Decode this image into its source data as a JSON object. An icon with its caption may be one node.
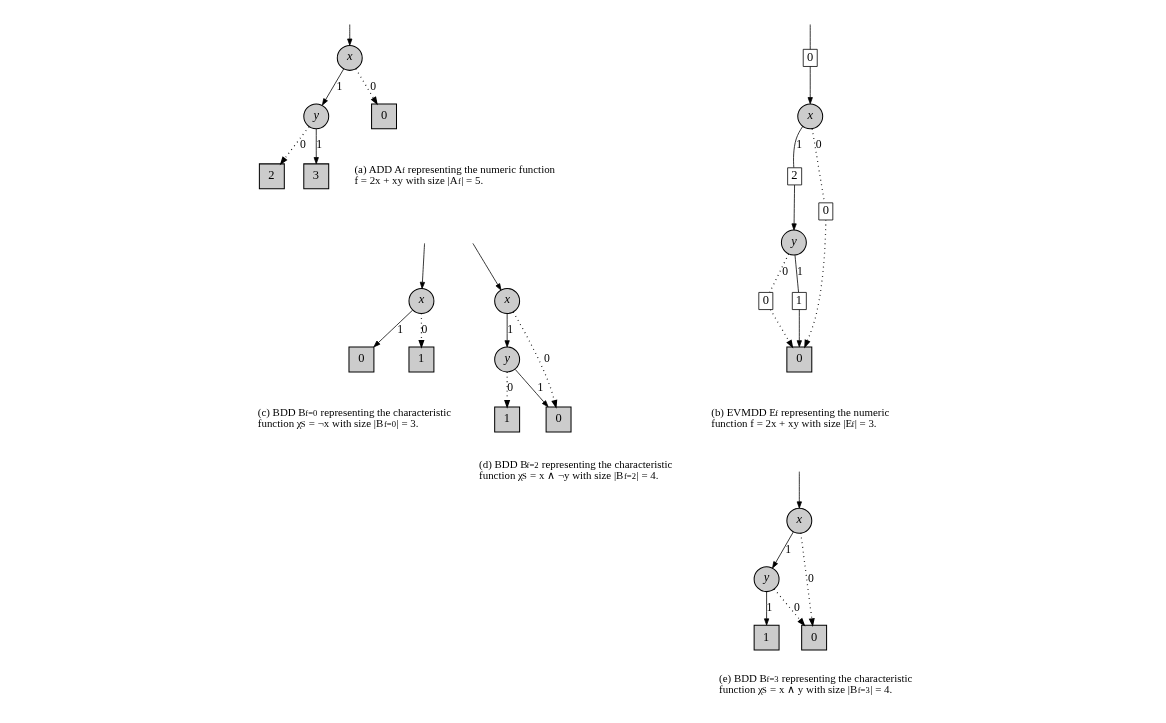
{
  "diagram": {
    "nodes": [
      {
        "text": [
          "x"
        ]
      },
      {
        "text": [
          "y"
        ]
      },
      {
        "text": [
          "0"
        ]
      },
      {
        "text": [
          "2"
        ]
      },
      {
        "text": [
          "3"
        ]
      },
      {
        "text": [
          "0"
        ]
      },
      {
        "text": [
          "x"
        ]
      },
      {
        "text": [
          "2"
        ]
      },
      {
        "text": [
          "y"
        ]
      },
      {
        "text": [
          "0"
        ]
      },
      {
        "text": [
          "0"
        ]
      },
      {
        "text": [
          "1"
        ]
      },
      {
        "text": [
          "0"
        ]
      },
      {
        "text": [
          "x"
        ]
      },
      {
        "text": [
          "0"
        ]
      },
      {
        "text": [
          "1"
        ]
      },
      {
        "text": [
          "x"
        ]
      },
      {
        "text": [
          "y"
        ]
      },
      {
        "text": [
          "0"
        ]
      },
      {
        "text": [
          "1"
        ]
      },
      {
        "text": [
          "x"
        ]
      },
      {
        "text": [
          "y"
        ]
      },
      {
        "text": [
          "0"
        ]
      },
      {
        "text": [
          "1"
        ]
      }
    ],
    "edges": [
      {
        "from": null,
        "to": 0,
        "arrow": "to"
      },
      {
        "from": 0,
        "to": 2,
        "arrow": "to",
        "label": "0",
        "style": "dashed"
      },
      {
        "from": 0,
        "to": 1,
        "arrow": "to",
        "label": "1"
      },
      {
        "from": 1,
        "to": 3,
        "arrow": "to",
        "label": "0",
        "style": "dashed"
      },
      {
        "from": 1,
        "to": 4,
        "arrow": "to",
        "label": "1"
      },
      {
        "from": null,
        "to": 5,
        "arrow": "none"
      },
      {
        "from": 5,
        "to": 6,
        "arrow": "to"
      },
      {
        "from": 6,
        "to": 9,
        "arrow": "none",
        "label": "0",
        "style": "dashed"
      },
      {
        "from": 9,
        "to": 12,
        "arrow": "to",
        "style": "dashed"
      },
      {
        "from": 6,
        "to": 7,
        "arrow": "none",
        "label": "1"
      },
      {
        "from": 7,
        "to": 8,
        "arrow": "to"
      },
      {
        "from": 8,
        "to": 10,
        "arrow": "none",
        "label": "0",
        "style": "dashed"
      },
      {
        "from": 10,
        "to": 12,
        "arrow": "to",
        "style": "dashed"
      },
      {
        "from": 8,
        "to": 11,
        "arrow": "none",
        "label": "1"
      },
      {
        "from": 11,
        "to": 12,
        "arrow": "to"
      },
      {
        "from": null,
        "to": 13,
        "arrow": "to"
      },
      {
        "from": 13,
        "to": 14,
        "arrow": "to",
        "label": "1"
      },
      {
        "from": 13,
        "to": 15,
        "arrow": "to",
        "label": "0",
        "style": "dashed"
      },
      {
        "from": null,
        "to": 16,
        "arrow": "to"
      },
      {
        "from": 16,
        "to": 18,
        "arrow": "to",
        "label": "0",
        "style": "dashed"
      },
      {
        "from": 16,
        "to": 17,
        "arrow": "to",
        "label": "1"
      },
      {
        "from": 17,
        "to": 18,
        "arrow": "to",
        "label": "1"
      },
      {
        "from": 17,
        "to": 19,
        "arrow": "to",
        "label": "0",
        "style": "dashed"
      },
      {
        "from": null,
        "to": 20,
        "arrow": "to"
      },
      {
        "from": 20,
        "to": 22,
        "arrow": "to",
        "label": "0",
        "style": "dashed"
      },
      {
        "from": 20,
        "to": 21,
        "arrow": "to",
        "label": "1"
      },
      {
        "from": 21,
        "to": 22,
        "arrow": "to",
        "label": "0",
        "style": "dashed"
      },
      {
        "from": 21,
        "to": 23,
        "arrow": "to",
        "label": "1"
      }
    ],
    "labels": [
      "(a) ADD A$_{f}$ representing the numeric function f = 2x + xy with size |A$_{f}$| = 5.",
      "(b) EVMDD E$_{f}$ representing the numeric function f = 2x + xy with size |E$_{f}$| = 3.",
      "(c) BDD B$_{f=0}$ representing the characteristic function χ$_{S}$ = ¬x with size |B$_{f=0}$| = 3.",
      "(d) BDD B$_{f=2}$ representing the characteristic function χ$_{S}$ = x ∧ ¬y with size |B$_{f=2}$| = 4.",
      "(e) BDD B$_{f=3}$ representing the characteristic function χ$_{S}$ = x ∧ y with size |B$_{f=3}$| = 4."
    ]
  }
}
